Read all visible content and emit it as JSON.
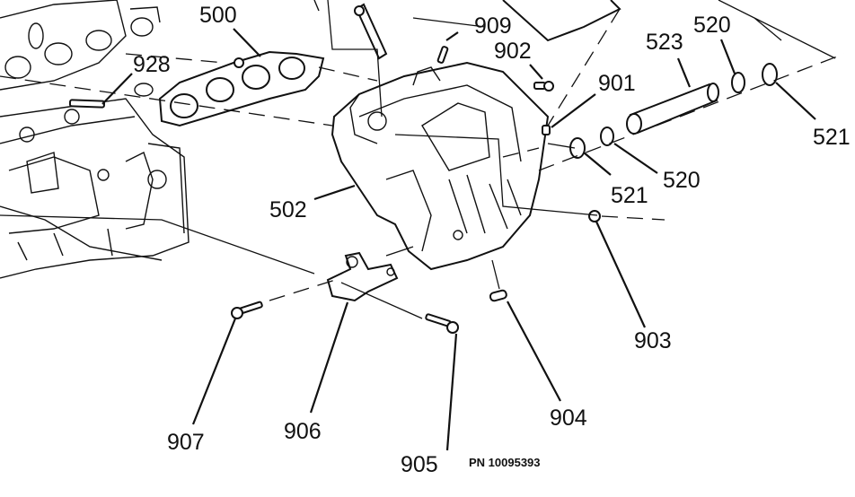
{
  "diagram": {
    "title": "Intake manifold exploded view",
    "part_number": "PN 10095393",
    "callouts": {
      "c500": "500",
      "c502": "502",
      "c520a": "520",
      "c520b": "520",
      "c521a": "521",
      "c521b": "521",
      "c523": "523",
      "c901": "901",
      "c902": "902",
      "c903": "903",
      "c904": "904",
      "c905": "905",
      "c906": "906",
      "c907": "907",
      "c909": "909",
      "c928": "928"
    }
  }
}
